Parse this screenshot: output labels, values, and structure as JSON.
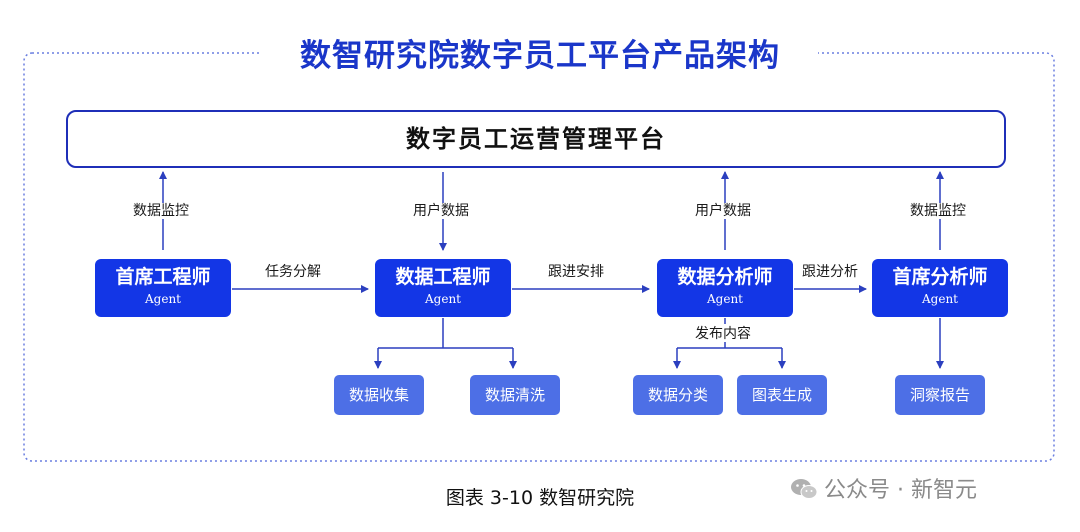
{
  "title": "数智研究院数字员工平台产品架构",
  "platform": "数字员工运营管理平台",
  "agents": [
    {
      "name": "首席工程师",
      "sub": "Agent"
    },
    {
      "name": "数据工程师",
      "sub": "Agent"
    },
    {
      "name": "数据分析师",
      "sub": "Agent"
    },
    {
      "name": "首席分析师",
      "sub": "Agent"
    }
  ],
  "up_labels": [
    "数据监控",
    "用户数据",
    "用户数据",
    "数据监控"
  ],
  "flow_labels": [
    "任务分解",
    "跟进安排",
    "跟进分析"
  ],
  "publish_label": "发布内容",
  "tasks": [
    "数据收集",
    "数据清洗",
    "数据分类",
    "图表生成",
    "洞察报告"
  ],
  "caption": "图表 3-10 数智研究院",
  "watermark": "公众号 · 新智元",
  "colors": {
    "title": "#1a36c9",
    "agent": "#1336e6",
    "task": "#4d6fe6",
    "line": "#2b3fbf"
  }
}
